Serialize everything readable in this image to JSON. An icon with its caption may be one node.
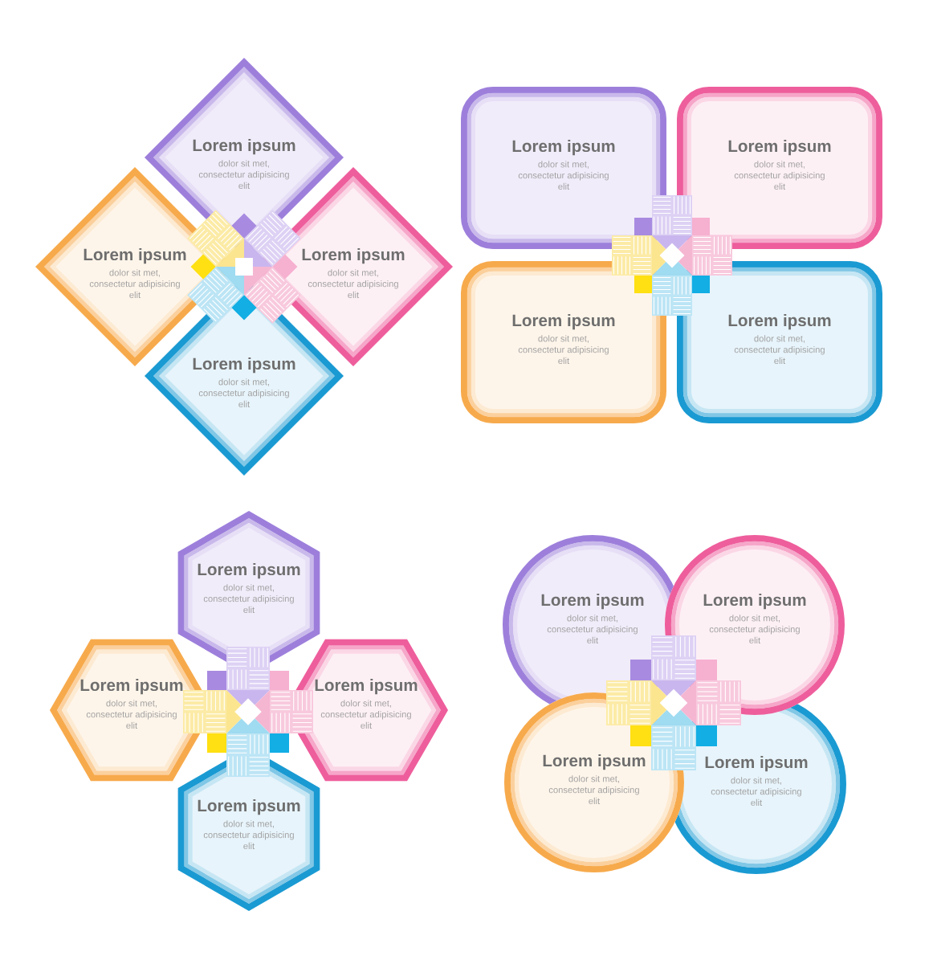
{
  "diagram": {
    "nodes": [
      {
        "text": [
          "Lorem ipsum",
          "dolor sit met, consectetur adipisicing elit"
        ]
      },
      {
        "text": [
          "Lorem ipsum",
          "dolor sit met, consectetur adipisicing elit"
        ]
      },
      {
        "text": [
          "Lorem ipsum",
          "dolor sit met, consectetur adipisicing elit"
        ]
      },
      {
        "text": [
          "Lorem ipsum",
          "dolor sit met, consectetur adipisicing elit"
        ]
      },
      {
        "text": [
          "Lorem ipsum",
          "dolor sit met, consectetur adipisicing elit"
        ]
      },
      {
        "text": [
          "Lorem ipsum",
          "dolor sit met, consectetur adipisicing elit"
        ]
      },
      {
        "text": [
          "Lorem ipsum",
          "dolor sit met, consectetur adipisicing elit"
        ]
      },
      {
        "text": [
          "Lorem ipsum",
          "dolor sit met, consectetur adipisicing elit"
        ]
      },
      {
        "text": [
          "Lorem ipsum",
          "dolor sit met, consectetur adipisicing elit"
        ]
      },
      {
        "text": [
          "Lorem ipsum",
          "dolor sit met, consectetur adipisicing elit"
        ]
      },
      {
        "text": [
          "Lorem ipsum",
          "dolor sit met, consectetur adipisicing elit"
        ]
      },
      {
        "text": [
          "Lorem ipsum",
          "dolor sit met, consectetur adipisicing elit"
        ]
      },
      {
        "text": [
          "Lorem ipsum",
          "dolor sit met, consectetur adipisicing elit"
        ]
      },
      {
        "text": [
          "Lorem ipsum",
          "dolor sit met, consectetur adipisicing elit"
        ]
      },
      {
        "text": [
          "Lorem ipsum",
          "dolor sit met, consectetur adipisicing elit"
        ]
      },
      {
        "text": [
          "Lorem ipsum",
          "dolor sit met, consectetur adipisicing elit"
        ]
      }
    ]
  }
}
